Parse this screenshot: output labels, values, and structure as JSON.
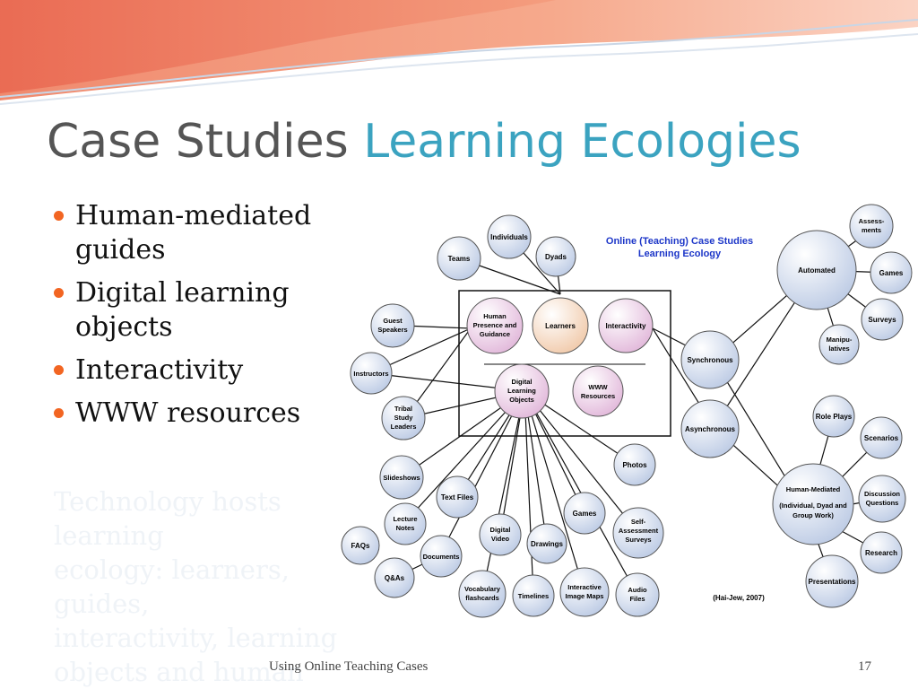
{
  "slide": {
    "title_part1": "Case Studies",
    "title_part2": "Learning Ecologies",
    "bullets": [
      "Human-mediated guides",
      "Digital learning objects",
      "Interactivity",
      "WWW resources"
    ],
    "ghost_text": [
      "Technology hosts learning",
      "ecology: learners, guides,",
      "interactivity, learning",
      "objects and human"
    ],
    "footer": "Using Online Teaching Cases",
    "page_number": "17",
    "accent_color": "#3ba3c0",
    "bullet_color": "#f26522"
  },
  "diagram": {
    "title_line1": "Online (Teaching) Case Studies",
    "title_line2": "Learning Ecology",
    "citation": "(Hai-Jew, 2007)",
    "nodes": {
      "individuals": "Individuals",
      "teams": "Teams",
      "dyads": "Dyads",
      "human_presence": [
        "Human",
        "Presence and",
        "Guidance"
      ],
      "learners": "Learners",
      "interactivity": "Interactivity",
      "digital_objects": [
        "Digital",
        "Learning",
        "Objects"
      ],
      "www_resources": [
        "WWW",
        "Resources"
      ],
      "guest_speakers": [
        "Guest",
        "Speakers"
      ],
      "instructors": "Instructors",
      "tribal_study": [
        "Tribal",
        "Study",
        "Leaders"
      ],
      "synchronous": "Synchronous",
      "asynchronous": "Asynchronous",
      "automated": "Automated",
      "assessments": [
        "Assess-",
        "ments"
      ],
      "games_auto": "Games",
      "surveys": "Surveys",
      "manipulatives": [
        "Manipu-",
        "latives"
      ],
      "role_plays": "Role Plays",
      "scenarios": "Scenarios",
      "discussion_questions": [
        "Discussion",
        "Questions"
      ],
      "research": "Research",
      "human_mediated": [
        "Human-Mediated",
        "(Individual, Dyad and",
        "Group Work)"
      ],
      "presentations": "Presentations",
      "slideshows": "Slideshows",
      "text_files": "Text Files",
      "photos": "Photos",
      "lecture_notes": [
        "Lecture",
        "Notes"
      ],
      "faqs": "FAQs",
      "documents": "Documents",
      "qas": "Q&As",
      "digital_video": [
        "Digital",
        "Video"
      ],
      "drawings": "Drawings",
      "games_obj": "Games",
      "self_assessment": [
        "Self-",
        "Assessment",
        "Surveys"
      ],
      "vocabulary": [
        "Vocabulary",
        "flashcards"
      ],
      "timelines": "Timelines",
      "image_maps": [
        "Interactive",
        "Image Maps"
      ],
      "audio_files": [
        "Audio",
        "Files"
      ]
    }
  }
}
